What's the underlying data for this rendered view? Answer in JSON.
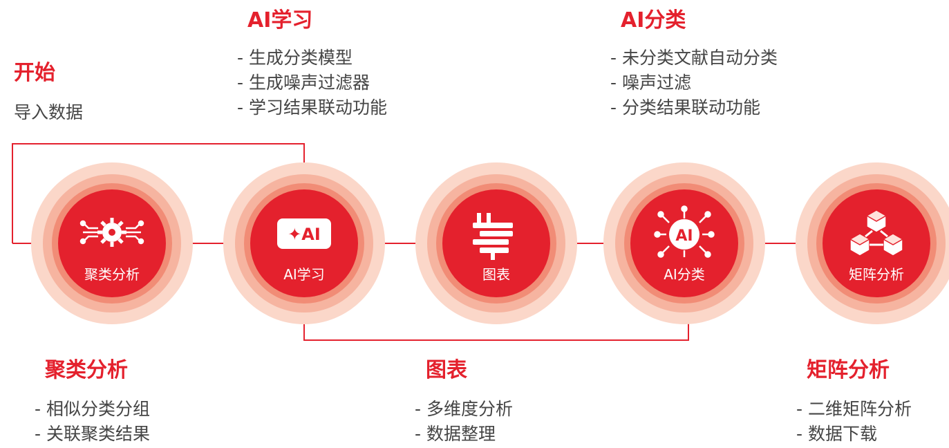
{
  "start": {
    "title": "开始",
    "text": "导入数据"
  },
  "ai_learning": {
    "title": "AI学习",
    "items": [
      "- 生成分类模型",
      "- 生成噪声过滤器",
      "- 学习结果联动功能"
    ]
  },
  "ai_classification": {
    "title": "AI分类",
    "items": [
      "- 未分类文献自动分类",
      "- 噪声过滤",
      "- 分类结果联动功能"
    ]
  },
  "clustering": {
    "title": "聚类分析",
    "items": [
      "- 相似分类分组",
      "- 关联聚类结果"
    ]
  },
  "chart": {
    "title": "图表",
    "items": [
      "- 多维度分析",
      "- 数据整理"
    ]
  },
  "matrix": {
    "title": "矩阵分析",
    "items": [
      "- 二维矩阵分析",
      "- 数据下载"
    ]
  },
  "nodes": [
    {
      "label": "聚类分析",
      "icon": "gear-network-icon"
    },
    {
      "label": "AI学习",
      "icon": "ai-badge-icon",
      "icon_text": "✦AI"
    },
    {
      "label": "图表",
      "icon": "chart-bars-icon"
    },
    {
      "label": "AI分类",
      "icon": "ai-chip-icon",
      "icon_text": "AI"
    },
    {
      "label": "矩阵分析",
      "icon": "cubes-icon"
    }
  ],
  "colors": {
    "accent": "#e4212d",
    "ring_outer": "#fbd7c9",
    "ring_mid": "#f6b4a0",
    "ring_inner": "#f18c76",
    "text": "#454545"
  }
}
